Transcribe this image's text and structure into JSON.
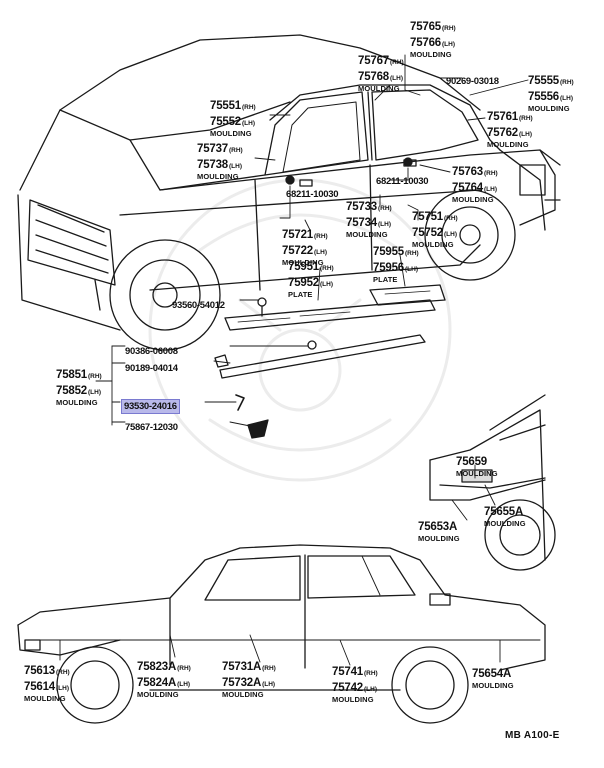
{
  "diagram": {
    "code": "MB A100-E",
    "highlight_color": "#b9b9ea",
    "labels": [
      {
        "name": "label-75765",
        "lines": [
          [
            "75765",
            "(RH)"
          ],
          [
            "75766",
            "(LH)"
          ]
        ],
        "word": "MOULDING"
      },
      {
        "name": "label-75767",
        "lines": [
          [
            "75767",
            "(RH)"
          ],
          [
            "75768",
            "(LH)"
          ]
        ],
        "word": "MOULDING"
      },
      {
        "name": "label-90269",
        "lines": [
          [
            "90269-03018",
            ""
          ]
        ],
        "word": ""
      },
      {
        "name": "label-75555",
        "lines": [
          [
            "75555",
            "(RH)"
          ],
          [
            "75556",
            "(LH)"
          ]
        ],
        "word": "MOULDING"
      },
      {
        "name": "label-75551",
        "lines": [
          [
            "75551",
            "(RH)"
          ],
          [
            "75552",
            "(LH)"
          ]
        ],
        "word": "MOULDING"
      },
      {
        "name": "label-75761",
        "lines": [
          [
            "75761",
            "(RH)"
          ],
          [
            "75762",
            "(LH)"
          ]
        ],
        "word": "MOULDING"
      },
      {
        "name": "label-75737",
        "lines": [
          [
            "75737",
            "(RH)"
          ],
          [
            "75738",
            "(LH)"
          ]
        ],
        "word": "MOULDING"
      },
      {
        "name": "label-75763",
        "lines": [
          [
            "75763",
            "(RH)"
          ],
          [
            "75764",
            "(LH)"
          ]
        ],
        "word": "MOULDING"
      },
      {
        "name": "label-68211-front",
        "lines": [
          [
            "68211-10030",
            ""
          ]
        ],
        "word": ""
      },
      {
        "name": "label-68211-rear",
        "lines": [
          [
            "68211-10030",
            ""
          ]
        ],
        "word": ""
      },
      {
        "name": "label-75733",
        "lines": [
          [
            "75733",
            "(RH)"
          ],
          [
            "75734",
            "(LH)"
          ]
        ],
        "word": "MOULDING"
      },
      {
        "name": "label-75751",
        "lines": [
          [
            "75751",
            "(RH)"
          ],
          [
            "75752",
            "(LH)"
          ]
        ],
        "word": "MOULDING"
      },
      {
        "name": "label-75721",
        "lines": [
          [
            "75721",
            "(RH)"
          ],
          [
            "75722",
            "(LH)"
          ]
        ],
        "word": "MOULDING"
      },
      {
        "name": "label-75955",
        "lines": [
          [
            "75955",
            "(RH)"
          ],
          [
            "75956",
            "(LH)"
          ]
        ],
        "word": "PLATE"
      },
      {
        "name": "label-75951",
        "lines": [
          [
            "75951",
            "(RH)"
          ],
          [
            "75952",
            "(LH)"
          ]
        ],
        "word": "PLATE"
      },
      {
        "name": "label-93560",
        "lines": [
          [
            "93560-54012",
            ""
          ]
        ],
        "word": ""
      },
      {
        "name": "label-90386",
        "lines": [
          [
            "90386-06008",
            ""
          ]
        ],
        "word": ""
      },
      {
        "name": "label-90189",
        "lines": [
          [
            "90189-04014",
            ""
          ]
        ],
        "word": ""
      },
      {
        "name": "label-75851",
        "lines": [
          [
            "75851",
            "(RH)"
          ],
          [
            "75852",
            "(LH)"
          ]
        ],
        "word": "MOULDING"
      },
      {
        "name": "label-93530",
        "lines": [
          [
            "93530-24016",
            ""
          ]
        ],
        "word": "",
        "highlight": true
      },
      {
        "name": "label-75867",
        "lines": [
          [
            "75867-12030",
            ""
          ]
        ],
        "word": ""
      },
      {
        "name": "label-75659",
        "lines": [
          [
            "75659",
            ""
          ]
        ],
        "word": "MOULDING"
      },
      {
        "name": "label-75655A",
        "lines": [
          [
            "75655A",
            ""
          ]
        ],
        "word": "MOULDING"
      },
      {
        "name": "label-75653A",
        "lines": [
          [
            "75653A",
            ""
          ]
        ],
        "word": "MOULDING"
      },
      {
        "name": "label-75613",
        "lines": [
          [
            "75613",
            "(RH)"
          ],
          [
            "75614",
            "(LH)"
          ]
        ],
        "word": "MOULDING"
      },
      {
        "name": "label-75823A",
        "lines": [
          [
            "75823A",
            "(RH)"
          ],
          [
            "75824A",
            "(LH)"
          ]
        ],
        "word": "MOULDING"
      },
      {
        "name": "label-75731A",
        "lines": [
          [
            "75731A",
            "(RH)"
          ],
          [
            "75732A",
            "(LH)"
          ]
        ],
        "word": "MOULDING"
      },
      {
        "name": "label-75741",
        "lines": [
          [
            "75741",
            "(RH)"
          ],
          [
            "75742",
            "(LH)"
          ]
        ],
        "word": "MOULDING"
      },
      {
        "name": "label-75654A",
        "lines": [
          [
            "75654A",
            ""
          ]
        ],
        "word": "MOULDING"
      }
    ]
  }
}
